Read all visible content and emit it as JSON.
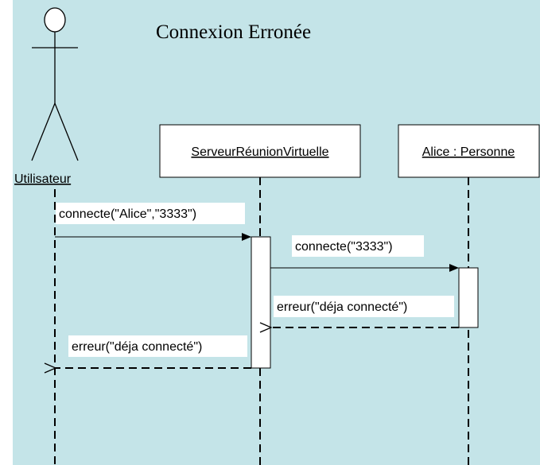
{
  "diagram": {
    "title": "Connexion Erronée",
    "background": "#c4e4e8",
    "actor": {
      "label": "Utilisateur"
    },
    "objects": [
      {
        "label": "ServeurRéunionVirtuelle"
      },
      {
        "label": "Alice : Personne"
      }
    ],
    "messages": [
      {
        "label": "connecte(\"Alice\",\"3333\")",
        "type": "sync"
      },
      {
        "label": "connecte(\"3333\")",
        "type": "sync"
      },
      {
        "label": "erreur(\"déja connecté\")",
        "type": "return"
      },
      {
        "label": "erreur(\"déja connecté\")",
        "type": "return"
      }
    ]
  }
}
